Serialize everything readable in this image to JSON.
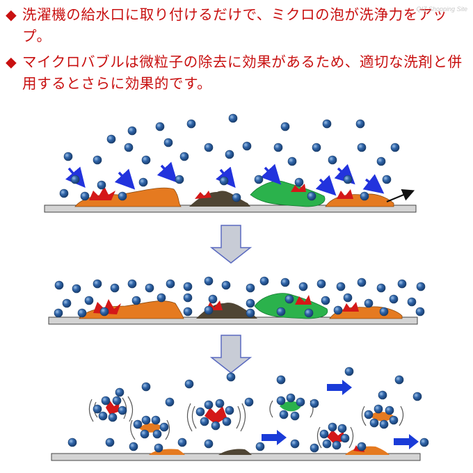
{
  "bullets": [
    {
      "mark": "◆",
      "text": "洗濯機の給水口に取り付けるだけで、ミクロの泡が洗浄力をアップ。"
    },
    {
      "mark": "◆",
      "text": "マイクロバブルは微粒子の除去に効果があるため、適切な洗剤と併用するとさらに効果的です。"
    }
  ],
  "watermark": "QIZ Shopping Site",
  "colors": {
    "heading_red": "#c81010",
    "bubble": "#2f64a8",
    "bubble_highlight": "#9cc0e8",
    "stain_orange": "#e57a20",
    "stain_brown": "#4f4534",
    "stain_green": "#2bb24c",
    "stain_red": "#d41818",
    "push_arrow": "#2233dd",
    "flow_arrow": "#1a3bd8",
    "step_arrow_fill": "#c8ccd6",
    "step_arrow_stroke": "#5a6ac0",
    "surface_fill": "#d4d4d4",
    "surface_stroke": "#444444"
  },
  "icons": {
    "bubble": "bubble-icon",
    "stain": "stain-icon",
    "step_arrow": "down-arrow-icon",
    "flow_arrow": "right-arrow-icon"
  },
  "stages": [
    {
      "name": "bubbles-approach"
    },
    {
      "name": "bubbles-attach"
    },
    {
      "name": "dirt-lifted"
    }
  ]
}
